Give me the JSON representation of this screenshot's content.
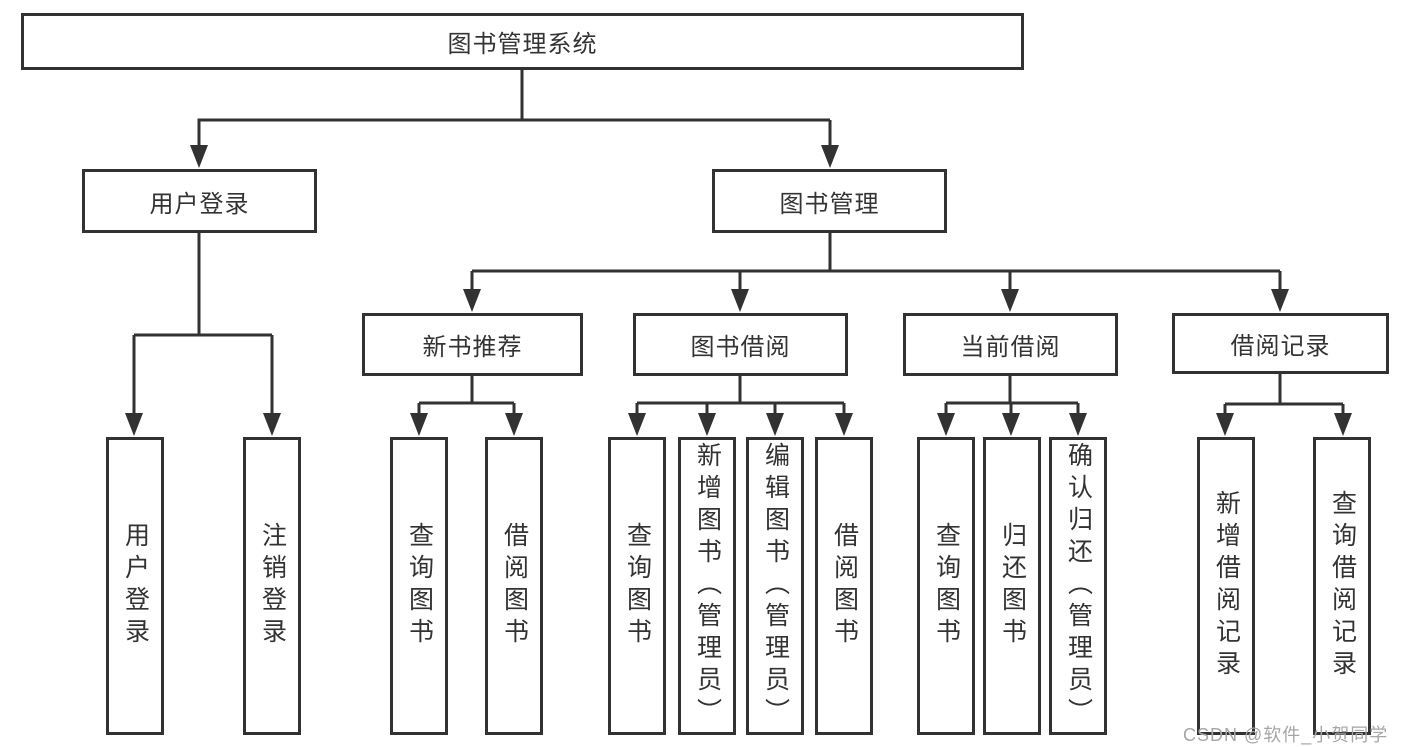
{
  "root": {
    "label": "图书管理系统"
  },
  "level2": {
    "user_login": {
      "label": "用户登录"
    },
    "book_management": {
      "label": "图书管理"
    }
  },
  "level3": {
    "new_book_recommend": {
      "label": "新书推荐"
    },
    "book_borrowing": {
      "label": "图书借阅"
    },
    "current_borrowing": {
      "label": "当前借阅"
    },
    "borrowing_records": {
      "label": "借阅记录"
    }
  },
  "leaves": [
    {
      "label": "用户登录"
    },
    {
      "label": "注销登录"
    },
    {
      "label": "查询图书"
    },
    {
      "label": "借阅图书"
    },
    {
      "label": "查询图书"
    },
    {
      "label": "新增图书（管理员）"
    },
    {
      "label": "编辑图书（管理员）"
    },
    {
      "label": "借阅图书"
    },
    {
      "label": "查询图书"
    },
    {
      "label": "归还图书"
    },
    {
      "label": "确认归还（管理员）"
    },
    {
      "label": "新增借阅记录"
    },
    {
      "label": "查询借阅记录"
    }
  ],
  "watermark": {
    "text": "CSDN @软件_小贺同学"
  },
  "colors": {
    "line": "#323232",
    "text": "#333333",
    "watermark_gray": "#a6a6a6",
    "background": "#ffffff"
  }
}
